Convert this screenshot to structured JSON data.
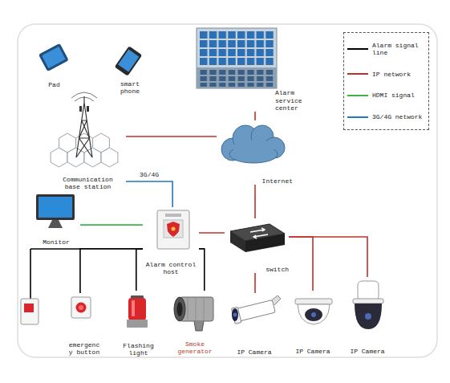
{
  "diagram": {
    "nodes": [
      {
        "text": [
          "Pad"
        ]
      },
      {
        "text": [
          "smart phone"
        ]
      },
      {
        "text": [
          "Alarm service center"
        ]
      },
      {
        "text": [
          "Communication base station"
        ]
      },
      {
        "text": [
          "Internet"
        ]
      },
      {
        "text": [
          "Monitor"
        ]
      },
      {
        "text": [
          "Alarm control host"
        ]
      },
      {
        "text": [
          "switch"
        ]
      },
      {
        "text": [
          "emergenc y button"
        ]
      },
      {
        "text": [
          "Flashing light"
        ]
      },
      {
        "text": [
          "Smoke generator"
        ]
      },
      {
        "text": [
          "IP Camera"
        ]
      },
      {
        "text": [
          "IP Camera"
        ]
      },
      {
        "text": [
          "IP Camera"
        ]
      }
    ],
    "edges": [
      {
        "from": 2,
        "to": 4,
        "arrow": "none"
      },
      {
        "from": 3,
        "to": 4,
        "arrow": "none"
      },
      {
        "from": 3,
        "to": 6,
        "label": "3G/4G",
        "arrow": "none"
      },
      {
        "from": 5,
        "to": 6,
        "arrow": "none"
      },
      {
        "from": 6,
        "to": 7,
        "arrow": "none"
      },
      {
        "from": 4,
        "to": 7,
        "arrow": "none"
      },
      {
        "from": 7,
        "to": 11,
        "arrow": "none"
      },
      {
        "from": 7,
        "to": 12,
        "arrow": "none"
      },
      {
        "from": 7,
        "to": 13,
        "arrow": "none"
      },
      {
        "from": 6,
        "to": 8,
        "arrow": "none"
      },
      {
        "from": 6,
        "to": 9,
        "arrow": "none"
      },
      {
        "from": 6,
        "to": 10,
        "arrow": "none"
      }
    ],
    "legend": [
      {
        "text": "Alarm signal line",
        "color": "#000000"
      },
      {
        "text": "IP network",
        "color": "#c0302b"
      },
      {
        "text": "HDMI signal",
        "color": "#3cb44b"
      },
      {
        "text": "3G/4G network",
        "color": "#1f78c8"
      }
    ]
  }
}
